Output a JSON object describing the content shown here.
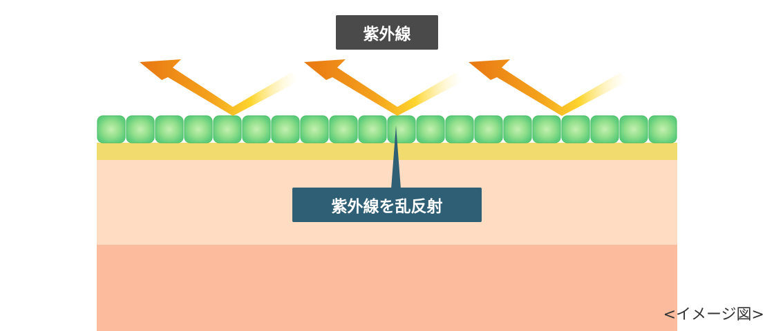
{
  "title_label": "紫外線",
  "callout_label": "紫外線を乱反射",
  "caption": "<イメージ図>",
  "colors": {
    "cell_dark": "#5ccc7a",
    "cell_light": "#c4f0b0",
    "yellow_layer": "#f2db6e",
    "dermis_light": "#ffdcc2",
    "dermis_dark": "#fcbb9d",
    "arrow_orange": "#e87712",
    "arrow_yellow": "#fdd52e",
    "title_bg": "#4a4a4a",
    "callout_bg": "#2f5f74"
  },
  "cell_count": 20,
  "ray_count": 3
}
